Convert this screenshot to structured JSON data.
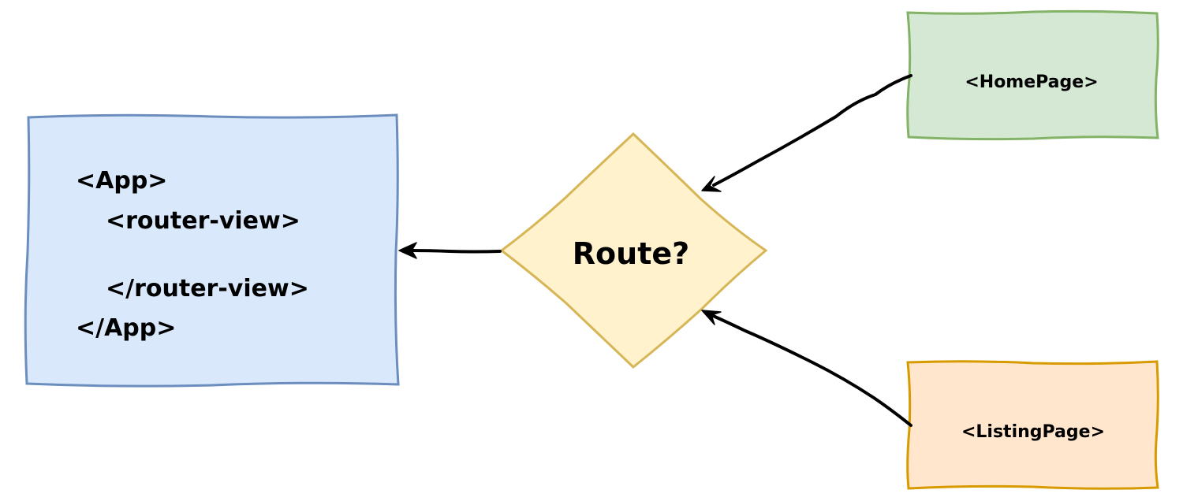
{
  "nodes": {
    "app": {
      "lines": [
        "<App>",
        "<router-view>",
        "</router-view>",
        "</App>"
      ],
      "fill": "#dae8fc",
      "stroke": "#6c8ebf"
    },
    "route": {
      "label": "Route?",
      "fill": "#fff2cc",
      "stroke": "#d6b656"
    },
    "home_page": {
      "label": "<HomePage>",
      "fill": "#d5e8d4",
      "stroke": "#82b366"
    },
    "listing_page": {
      "label": "<ListingPage>",
      "fill": "#ffe6cc",
      "stroke": "#d79b00"
    }
  },
  "edges": [
    {
      "from": "home_page",
      "to": "route"
    },
    {
      "from": "listing_page",
      "to": "route"
    },
    {
      "from": "route",
      "to": "app"
    }
  ]
}
